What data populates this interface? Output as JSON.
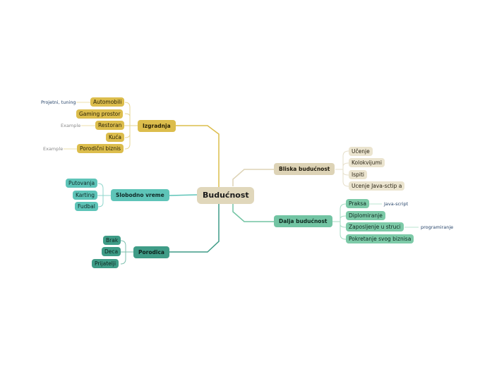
{
  "root": "Budućnost",
  "izgradnja": {
    "label": "Izgradnja",
    "items": [
      "Automobili",
      "Gaming prostor",
      "Restoran",
      "Kuća",
      "Porodični biznis"
    ],
    "notes": [
      "Projetni, tuning",
      "Example",
      "Example"
    ]
  },
  "slobodno": {
    "label": "Slobodno vreme",
    "items": [
      "Putovanja",
      "Karting",
      "Fudbal"
    ]
  },
  "porodica": {
    "label": "Porodica",
    "items": [
      "Brak",
      "Deca",
      "Prijatelji"
    ]
  },
  "bliska": {
    "label": "Bliska budućnost",
    "items": [
      "Učenje",
      "Kolokvijumi",
      "Ispiti",
      "Ucenje Java-sctip a"
    ]
  },
  "dalja": {
    "label": "Dalja budućnost",
    "items": [
      "Praksa",
      "Diplomiranje",
      "Zaposljenje u struci",
      "Pokretanje svog biznisa"
    ],
    "notes": [
      "Java-script",
      "programiranje"
    ]
  },
  "colors": {
    "yellow": "#dcbd4c",
    "cyan": "#5ec4b8",
    "teal": "#3f9c87",
    "beige": "#ddd3b6",
    "mint": "#72c4a3"
  }
}
